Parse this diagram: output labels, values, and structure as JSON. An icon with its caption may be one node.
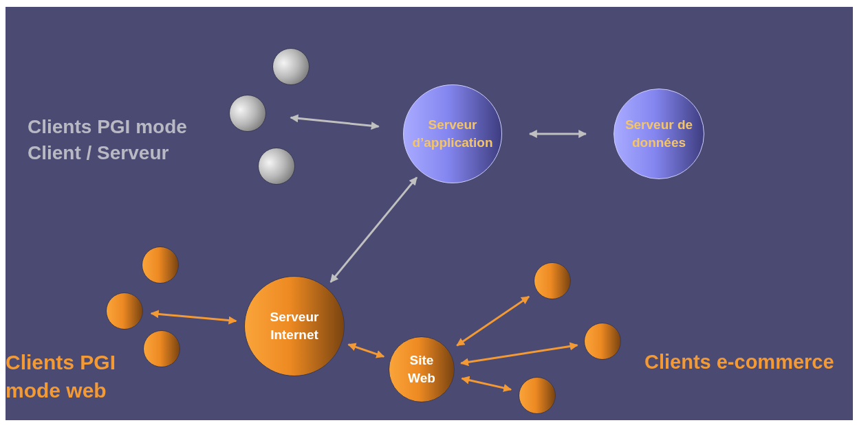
{
  "diagram": {
    "nodes": [
      {
        "text": [],
        "shape": "circle"
      },
      {
        "text": [],
        "shape": "circle"
      },
      {
        "text": [],
        "shape": "circle"
      },
      {
        "text": [
          "Serveur d’application"
        ]
      },
      {
        "text": [
          "Serveur de données"
        ]
      },
      {
        "text": [],
        "shape": "circle"
      },
      {
        "text": [],
        "shape": "circle"
      },
      {
        "text": [],
        "shape": "circle"
      },
      {
        "text": [
          "Serveur Internet"
        ]
      },
      {
        "text": [
          "Site Web"
        ]
      },
      {
        "text": [],
        "shape": "circle"
      },
      {
        "text": [],
        "shape": "circle"
      },
      {
        "text": [],
        "shape": "circle"
      }
    ],
    "edges": [
      {
        "from": 1,
        "to": 3,
        "arrow": "both",
        "color": "#c0c0c0"
      },
      {
        "from": 3,
        "to": 4,
        "arrow": "both",
        "color": "#c0c0c0"
      },
      {
        "from": 8,
        "to": 3,
        "arrow": "both",
        "color": "#c0c0c0"
      },
      {
        "from": 6,
        "to": 8,
        "arrow": "both"
      },
      {
        "from": 8,
        "to": 9,
        "arrow": "both"
      },
      {
        "from": 9,
        "to": 10,
        "arrow": "both"
      },
      {
        "from": 9,
        "to": 11,
        "arrow": "both"
      },
      {
        "from": 9,
        "to": 12,
        "arrow": "both"
      }
    ],
    "labels": [
      "Clients PGI mode Client / Serveur",
      "Clients PGI mode web",
      "Clients e-commerce"
    ]
  }
}
